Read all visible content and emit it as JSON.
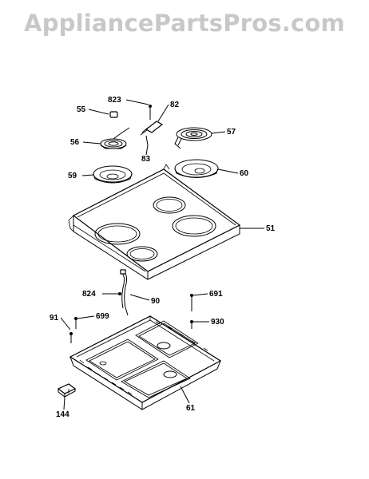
{
  "watermark": "AppliancePartsPros.com",
  "parts": {
    "p823": "823",
    "p82": "82",
    "p55": "55",
    "p56": "56",
    "p83": "83",
    "p57": "57",
    "p59": "59",
    "p60": "60",
    "p51": "51",
    "p824": "824",
    "p90": "90",
    "p691": "691",
    "p91": "91",
    "p699": "699",
    "p930": "930",
    "p144": "144",
    "p61": "61"
  }
}
